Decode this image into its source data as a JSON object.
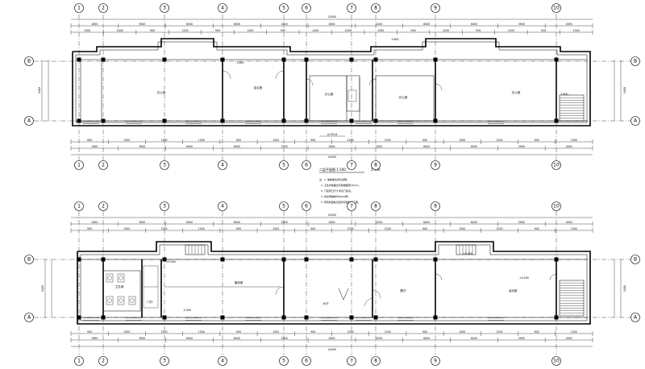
{
  "drawing": {
    "plan_1": {
      "overall_dim_top": "42000",
      "overall_dim_bottom": "42000",
      "grid_dims_top": [
        "1650",
        "3900",
        "6000",
        "6000",
        "2500",
        "2800",
        "2200",
        "6000",
        "6000",
        "3900",
        "1650"
      ],
      "detail_dims_top": [
        "1500",
        "2400",
        "900",
        "1200",
        "900",
        "1200",
        "900",
        "1200",
        "2400",
        "1500",
        "900",
        "1200",
        "900",
        "1200",
        "900",
        "1500"
      ],
      "grid_dims_bottom": [
        "1650",
        "3900",
        "6000",
        "6000",
        "2500",
        "2800",
        "2200",
        "6000",
        "6000",
        "3900",
        "1650"
      ],
      "detail_dims_bottom": [
        "900",
        "1500",
        "1200",
        "1500",
        "900",
        "1200",
        "900",
        "1200",
        "1500",
        "900",
        "1500",
        "1200",
        "900",
        "1500"
      ],
      "side_dim_left": "5400",
      "side_dim_right": "5400",
      "title": "二层平面图 1:100",
      "title_note": "1:100",
      "area_label": "A:153.6",
      "elevation_labels": [
        "3.600",
        "3.600",
        "3.600"
      ],
      "room_labels": [
        "办公室",
        "会议室",
        "办公室",
        "办公室",
        "办公室"
      ],
      "notes": [
        "注：1. 墙体做法详见说明。",
        "2. 卫生间地面比同层楼面低20mm。",
        "3. 门窗洞口尺寸详见门窗表。",
        "4. 未注明墙体均为240厚。",
        "5. 所有构造柱位置详见结构施工图。"
      ]
    },
    "plan_2": {
      "overall_dim_top": "42000",
      "overall_dim_bottom": "42000",
      "grid_dims_top": [
        "1650",
        "3900",
        "6000",
        "6000",
        "2500",
        "2800",
        "2200",
        "6000",
        "6000",
        "3900",
        "1650"
      ],
      "detail_dims_top": [
        "900",
        "1500",
        "1200",
        "1500",
        "900",
        "1200",
        "900",
        "1500",
        "1200",
        "900",
        "1500",
        "1200",
        "900",
        "1500"
      ],
      "grid_dims_bottom": [
        "1650",
        "3900",
        "6000",
        "6000",
        "2500",
        "2800",
        "2200",
        "6000",
        "6000",
        "3900",
        "1650"
      ],
      "detail_dims_bottom": [
        "900",
        "1500",
        "1200",
        "1500",
        "900",
        "1200",
        "900",
        "1500",
        "1200",
        "900",
        "1500",
        "1200",
        "900",
        "1500"
      ],
      "side_dim_left": "5400",
      "side_dim_right": "5400",
      "elevation_labels": [
        "±0.000",
        "-0.300",
        "±0.000",
        "±0.000"
      ],
      "room_labels": [
        "卫生间",
        "门厅",
        "值班室",
        "大厅",
        "展厅",
        "活动室"
      ]
    },
    "grid_columns": [
      "1",
      "2",
      "3",
      "4",
      "5",
      "6",
      "7",
      "8",
      "9",
      "10"
    ],
    "grid_rows": [
      "A",
      "B"
    ]
  }
}
